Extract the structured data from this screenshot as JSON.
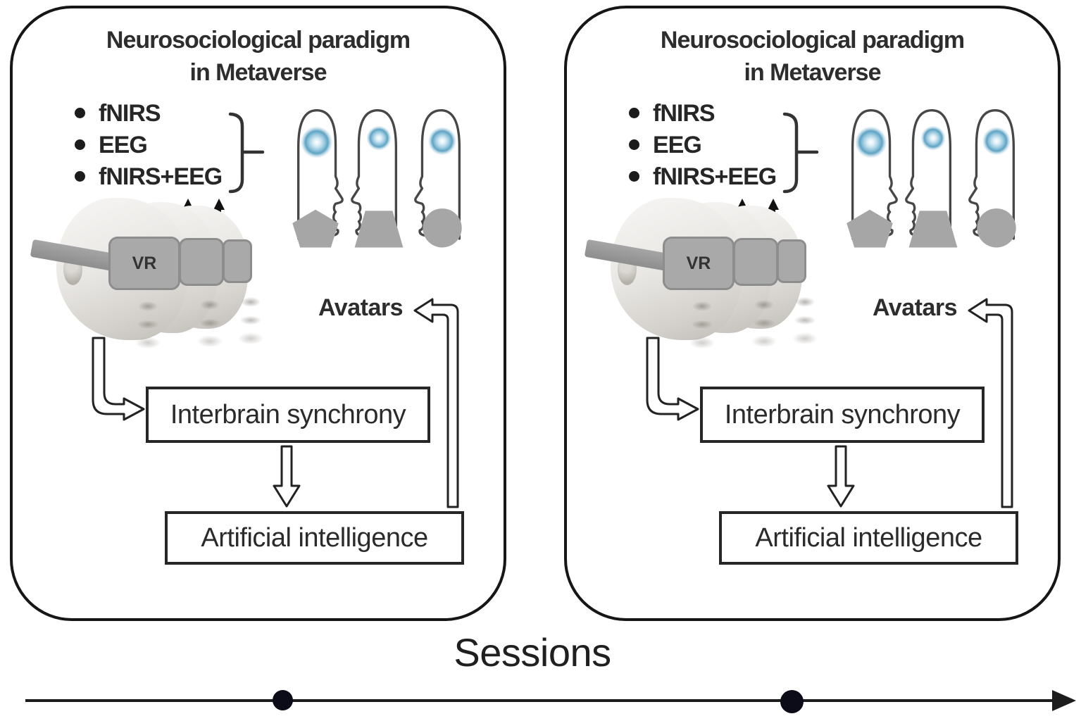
{
  "panels": [
    {
      "title_line1": "Neurosociological paradigm",
      "title_line2": "in Metaverse",
      "bullets": [
        "fNIRS",
        "EEG",
        "fNIRS+EEG"
      ],
      "vr_label": "VR",
      "avatars_label": "Avatars",
      "interbrain_label": "Interbrain synchrony",
      "ai_label": "Artificial intelligence",
      "avatar_shapes": [
        "pentagon",
        "trapezoid",
        "circle"
      ]
    },
    {
      "title_line1": "Neurosociological paradigm",
      "title_line2": "in Metaverse",
      "bullets": [
        "fNIRS",
        "EEG",
        "fNIRS+EEG"
      ],
      "vr_label": "VR",
      "avatars_label": "Avatars",
      "interbrain_label": "Interbrain synchrony",
      "ai_label": "Artificial intelligence",
      "avatar_shapes": [
        "pentagon",
        "trapezoid",
        "circle"
      ]
    }
  ],
  "timeline": {
    "label": "Sessions",
    "dot_count": 2,
    "direction": "left-to-right"
  },
  "colors": {
    "panel_border": "#161616",
    "box_border": "#262626",
    "text_dark": "#2b2b2b",
    "avatar_gray": "#a6a6a6",
    "headset_gray": "#a9a9a9",
    "brain_glow_blue": "#5fa3c4",
    "timeline_black": "#1c1c1c"
  }
}
